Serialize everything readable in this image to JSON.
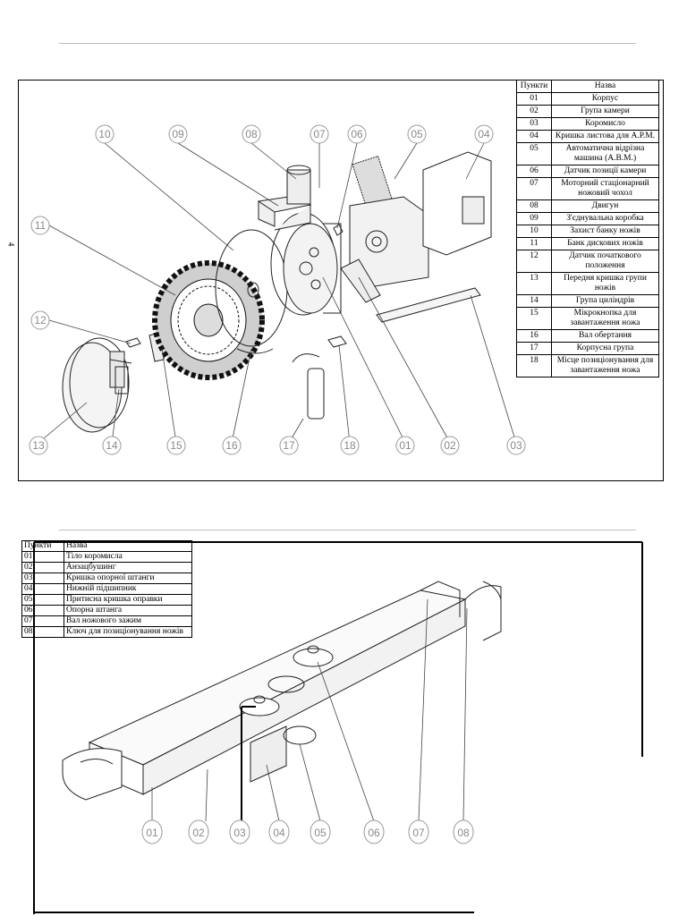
{
  "top_figure": {
    "table_header": {
      "num": "Пункти",
      "name": "Назва"
    },
    "rows": [
      {
        "num": "01",
        "name": "Корпус"
      },
      {
        "num": "02",
        "name": "Група камери"
      },
      {
        "num": "03",
        "name": "Коромисло"
      },
      {
        "num": "04",
        "name": "Кришка листова для А.Р.М."
      },
      {
        "num": "05",
        "name": "Автоматична відрізна машина (А.В.М.)"
      },
      {
        "num": "06",
        "name": "Датчик позиції камери"
      },
      {
        "num": "07",
        "name": "Моторний стаціонарний ножовий чохол"
      },
      {
        "num": "08",
        "name": "Двигун"
      },
      {
        "num": "09",
        "name": "З'єднувальна коробка"
      },
      {
        "num": "10",
        "name": "Захист банку ножів"
      },
      {
        "num": "11",
        "name": "Банк дискових ножів"
      },
      {
        "num": "12",
        "name": "Датчик початкового положення"
      },
      {
        "num": "13",
        "name": "Передня кришка групи ножів"
      },
      {
        "num": "14",
        "name": "Група циліндрів"
      },
      {
        "num": "15",
        "name": "Мікрокнопка для завантаження ножа"
      },
      {
        "num": "16",
        "name": "Вал обертання"
      },
      {
        "num": "17",
        "name": "Корпусна група"
      },
      {
        "num": "18",
        "name": "Місце позиціонування для завантаження ножа"
      }
    ],
    "callouts": [
      "10",
      "09",
      "08",
      "07",
      "06",
      "05",
      "04",
      "11",
      "12",
      "13",
      "14",
      "15",
      "16",
      "17",
      "18",
      "01",
      "02",
      "03"
    ]
  },
  "bottom_figure": {
    "table_header": {
      "num": "Пункти",
      "name": "Назва"
    },
    "rows": [
      {
        "num": "01",
        "name": "Тіло коромисла"
      },
      {
        "num": "02",
        "name": "Анзацбушинг"
      },
      {
        "num": "03",
        "name": "Кришка опорної штанги"
      },
      {
        "num": "04",
        "name": "Нижній підшипник"
      },
      {
        "num": "05",
        "name": "Притисна кришка оправки"
      },
      {
        "num": "06",
        "name": "Опорна штанга"
      },
      {
        "num": "07",
        "name": "Вал ножового зажим"
      },
      {
        "num": "08",
        "name": "Ключ для позиціонування ножів"
      }
    ],
    "callouts": [
      "01",
      "02",
      "03",
      "04",
      "05",
      "06",
      "07",
      "08"
    ]
  },
  "page_mark": "4"
}
